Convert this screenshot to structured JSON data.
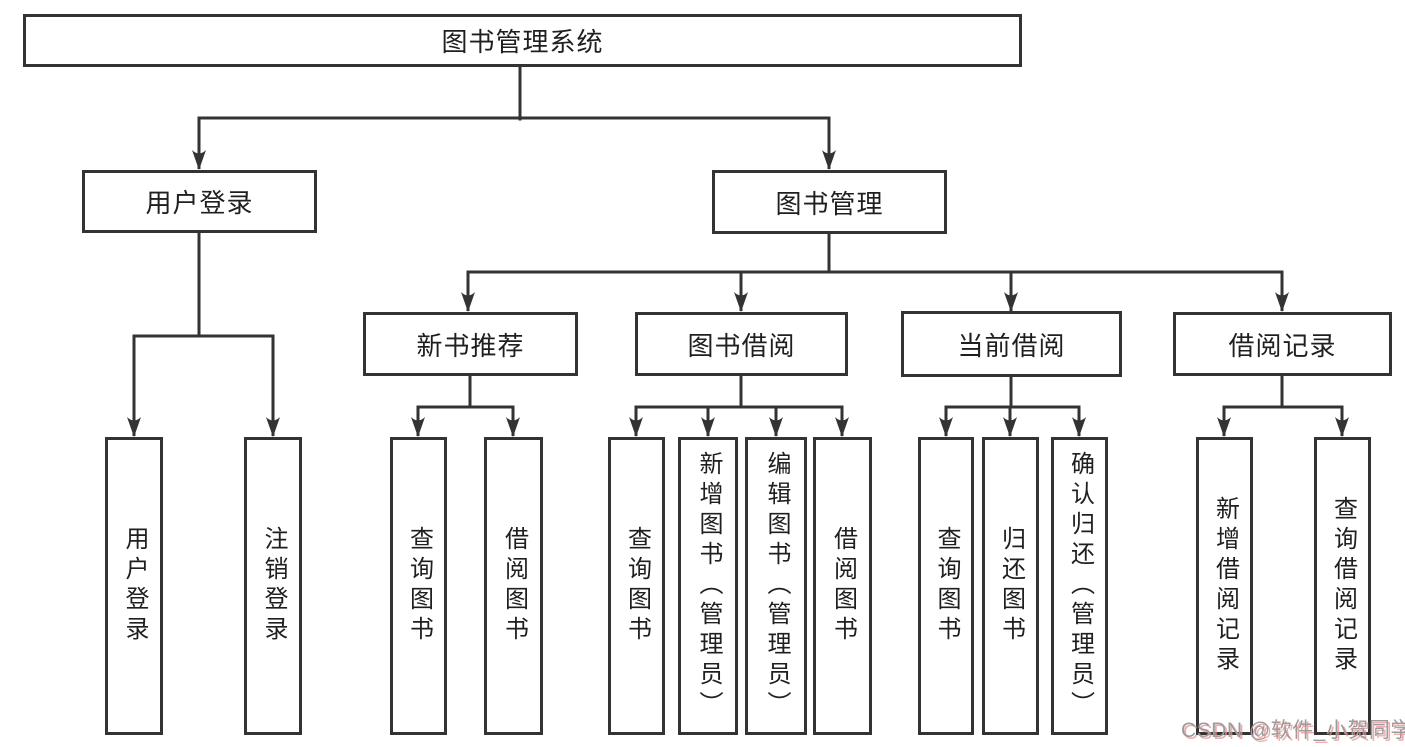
{
  "diagram": {
    "type": "tree",
    "title": "图书管理系统",
    "colors": {
      "line": "#333333",
      "box_border": "#333333",
      "background": "#ffffff",
      "text": "#1f1f1f",
      "watermark_text": "#9c9c9c",
      "watermark_shadow": "#ec9292"
    },
    "nodes": {
      "root": {
        "label": "图书管理系统"
      },
      "user_login": {
        "label": "用户登录"
      },
      "book_mgmt": {
        "label": "图书管理"
      },
      "new_book_rec": {
        "label": "新书推荐"
      },
      "book_borrow": {
        "label": "图书借阅"
      },
      "current_borrow": {
        "label": "当前借阅"
      },
      "borrow_records": {
        "label": "借阅记录"
      },
      "leaf_user_login": {
        "label": "用户登录"
      },
      "leaf_logout": {
        "label": "注销登录"
      },
      "leaf_rec_query": {
        "label": "查询图书"
      },
      "leaf_rec_borrow": {
        "label": "借阅图书"
      },
      "leaf_bb_query": {
        "label": "查询图书"
      },
      "leaf_bb_add": {
        "label": "新增图书（管理员）"
      },
      "leaf_bb_edit": {
        "label": "编辑图书（管理员）"
      },
      "leaf_bb_borrow": {
        "label": "借阅图书"
      },
      "leaf_cb_query": {
        "label": "查询图书"
      },
      "leaf_cb_return": {
        "label": "归还图书"
      },
      "leaf_cb_confirm": {
        "label": "确认归还（管理员）"
      },
      "leaf_br_add": {
        "label": "新增借阅记录"
      },
      "leaf_br_query": {
        "label": "查询借阅记录"
      }
    },
    "hierarchy": {
      "图书管理系统": [
        "用户登录",
        "图书管理"
      ],
      "用户登录": [
        "用户登录",
        "注销登录"
      ],
      "图书管理": [
        "新书推荐",
        "图书借阅",
        "当前借阅",
        "借阅记录"
      ],
      "新书推荐": [
        "查询图书",
        "借阅图书"
      ],
      "图书借阅": [
        "查询图书",
        "新增图书（管理员）",
        "编辑图书（管理员）",
        "借阅图书"
      ],
      "当前借阅": [
        "查询图书",
        "归还图书",
        "确认归还（管理员）"
      ],
      "借阅记录": [
        "新增借阅记录",
        "查询借阅记录"
      ]
    }
  },
  "watermark": {
    "text": "CSDN @软件_小贺同学"
  }
}
